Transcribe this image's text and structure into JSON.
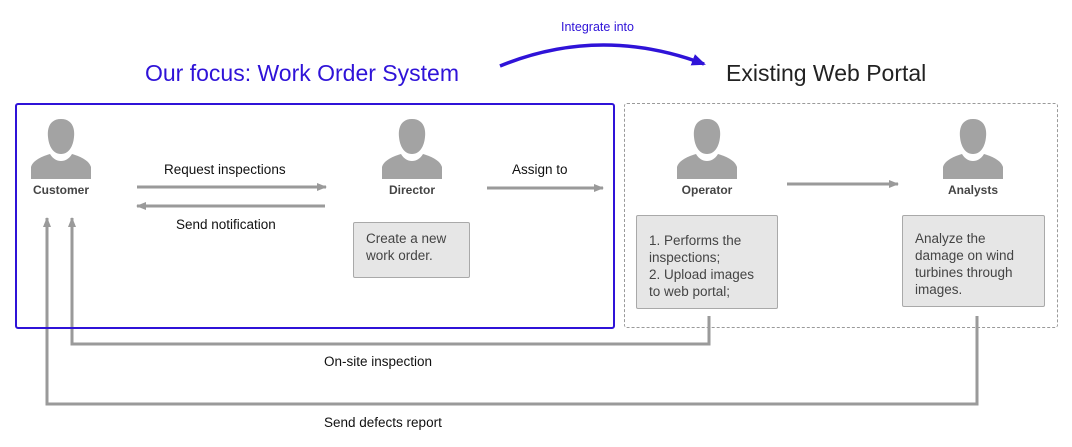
{
  "focus_title": "Our focus: Work Order System",
  "portal_title": "Existing Web Portal",
  "integrate_label": "Integrate into",
  "actors": {
    "customer": "Customer",
    "director": "Director",
    "operator": "Operator",
    "analysts": "Analysts"
  },
  "edges": {
    "request": "Request inspections",
    "notify": "Send notification",
    "assign": "Assign to",
    "onsite": "On-site inspection",
    "defects": "Send defects report"
  },
  "notes": {
    "director": "Create a new work order.",
    "operator_1": "1. Performs the inspections;",
    "operator_2": "2. Upload images to web portal;",
    "analysts": "Analyze the damage on wind turbines through images."
  },
  "colors": {
    "focus": "#2f13d8",
    "arrow": "#9a9a9a",
    "note_bg": "#e6e6e6",
    "person": "#a3a3a3"
  }
}
